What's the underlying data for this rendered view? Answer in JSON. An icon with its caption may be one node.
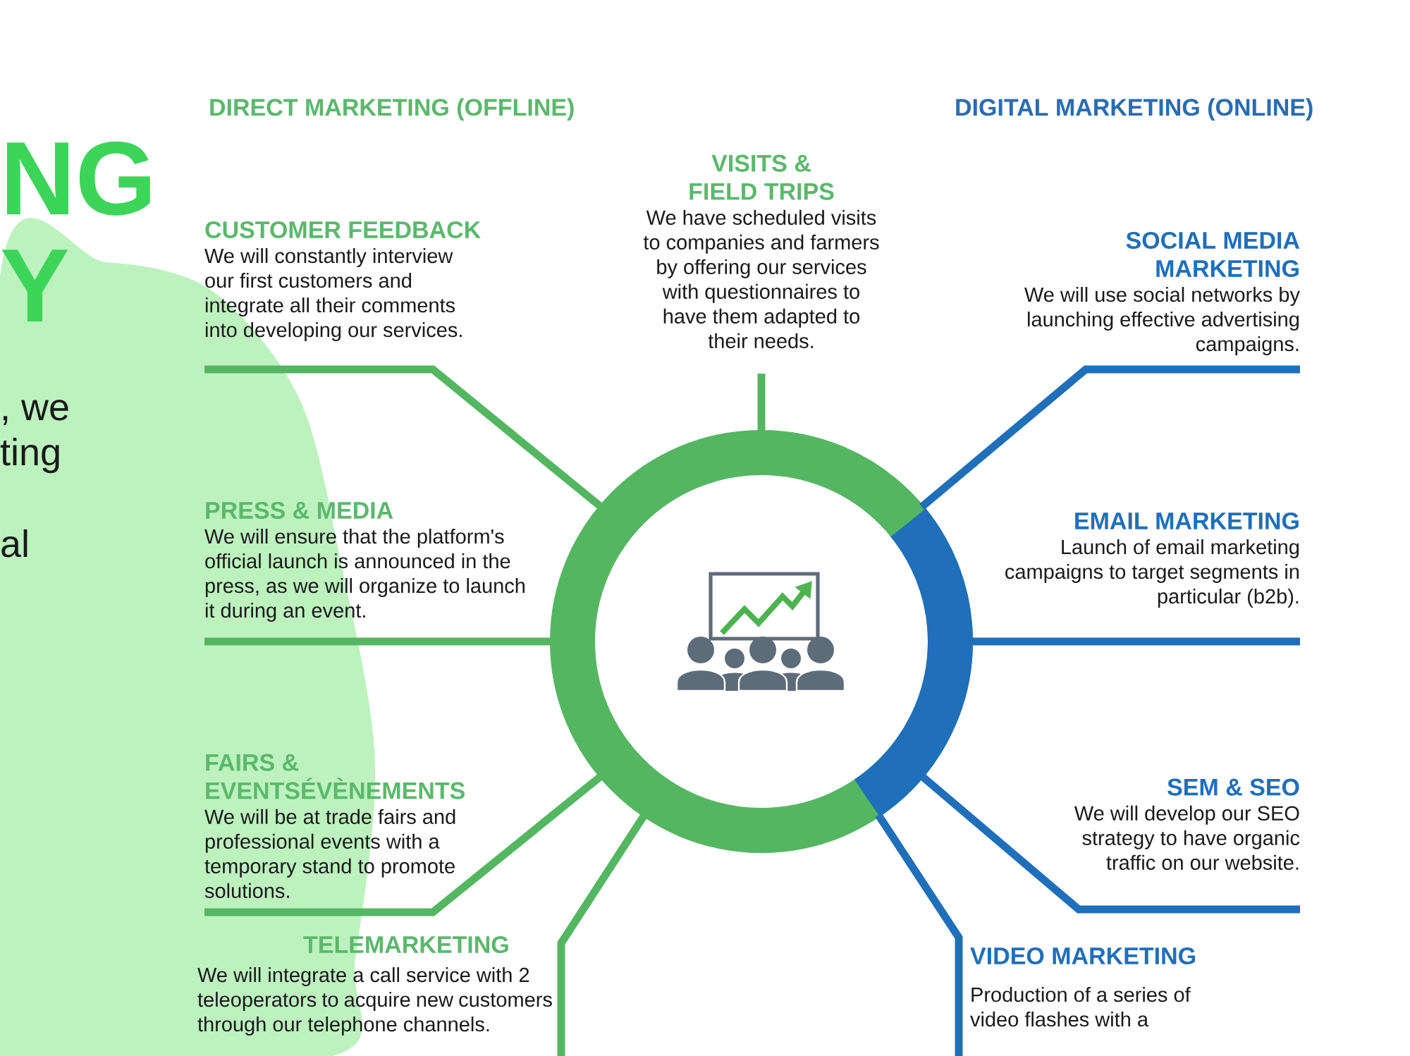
{
  "diagram": {
    "nodes": [
      {
        "text": [],
        "shape": "circle"
      },
      {
        "text": [
          "VISITS & FIELD TRIPS",
          "We have scheduled visits to companies and farmers by offering our services with questionnaires to have them adapted to their needs."
        ]
      },
      {
        "text": [
          "CUSTOMER FEEDBACK",
          "We will constantly interview our first customers and integrate all their comments into developing our services."
        ]
      },
      {
        "text": [
          "PRESS & MEDIA",
          "We will ensure that the platform's official launch is announced in the press, as we will organize to launch it during an event."
        ]
      },
      {
        "text": [
          "FAIRS & EVENTSÉVÈNEMENTS",
          "We will be at trade fairs and professional events with a temporary stand to promote solutions."
        ]
      },
      {
        "text": [
          "TELEMARKETING",
          "We will integrate a call service with 2 teleoperators to acquire new customers through our telephone channels."
        ]
      },
      {
        "text": [
          "SOCIAL MEDIA MARKETING",
          "We will use social networks by launching effective advertising campaigns."
        ]
      },
      {
        "text": [
          "EMAIL MARKETING",
          "Launch of email marketing campaigns to target segments in particular (b2b)."
        ]
      },
      {
        "text": [
          "SEM & SEO",
          "We will develop our SEO strategy to have organic traffic on our website."
        ]
      },
      {
        "text": [
          "VIDEO MARKETING",
          "Production of a series of video flashes with a"
        ]
      }
    ],
    "edges": [
      {
        "from": 0,
        "to": 1,
        "arrow": "none"
      },
      {
        "from": 0,
        "to": 2,
        "arrow": "none"
      },
      {
        "from": 0,
        "to": 3,
        "arrow": "none"
      },
      {
        "from": 0,
        "to": 4,
        "arrow": "none"
      },
      {
        "from": 0,
        "to": 5,
        "arrow": "none"
      },
      {
        "from": 0,
        "to": 6,
        "arrow": "none",
        "color": "#1f6fba"
      },
      {
        "from": 0,
        "to": 7,
        "arrow": "none",
        "color": "#1f6fba"
      },
      {
        "from": 0,
        "to": 8,
        "arrow": "none",
        "color": "#1f6fba"
      },
      {
        "from": 0,
        "to": 9,
        "arrow": "none",
        "color": "#1f6fba"
      }
    ],
    "labels": [
      "DIRECT MARKETING (OFFLINE)",
      "DIGITAL MARKETING (ONLINE)",
      "NG",
      "Y",
      ", we",
      "ting",
      "al"
    ]
  }
}
